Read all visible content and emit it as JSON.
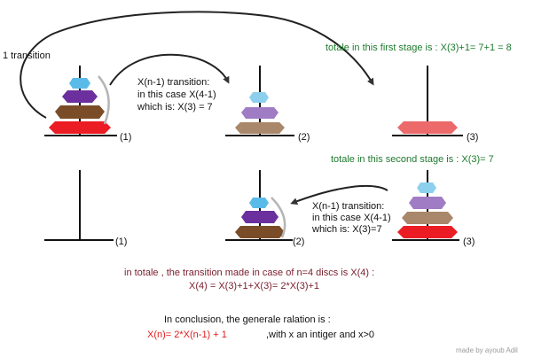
{
  "colors": {
    "blue": "#5bbbe8",
    "purple": "#6b2f9e",
    "brown": "#7a4d28",
    "red": "#ec1c24",
    "blue_light": "#8cd0ee",
    "purple_light": "#a07cc4",
    "brown_light": "#a9876a",
    "red_light": "#ec6a6a",
    "green_text": "#1e7a2e",
    "maroon_text": "#7a1c2c",
    "red_text": "#e01c1c"
  },
  "stage1": {
    "left_label": "1 transition",
    "middle_note": [
      "X(n-1) transition:",
      "in this case X(4-1)",
      "which is: X(3) = 7"
    ],
    "total": "totale in this first stage is : X(3)+1= 7+1 = 8",
    "peg_labels": [
      "(1)",
      "(2)",
      "(3)"
    ]
  },
  "stage2": {
    "total": "totale in this second stage is : X(3)= 7",
    "middle_note": [
      "X(n-1) transition:",
      "in this case X(4-1)",
      "which is: X(3)=7"
    ],
    "peg_labels": [
      "(1)",
      "(2)",
      "(3)"
    ]
  },
  "summary": {
    "line1": "in totale , the transition made in case of n=4 discs is X(4) :",
    "line2": "X(4) = X(3)+1+X(3)= 2*X(3)+1"
  },
  "conclusion": {
    "line1": "In conclusion, the generale ralation is :",
    "formula": "X(n)= 2*X(n-1) + 1",
    "condition": ",with x an intiger and x>0"
  },
  "credit": "made by ayoub Adil"
}
